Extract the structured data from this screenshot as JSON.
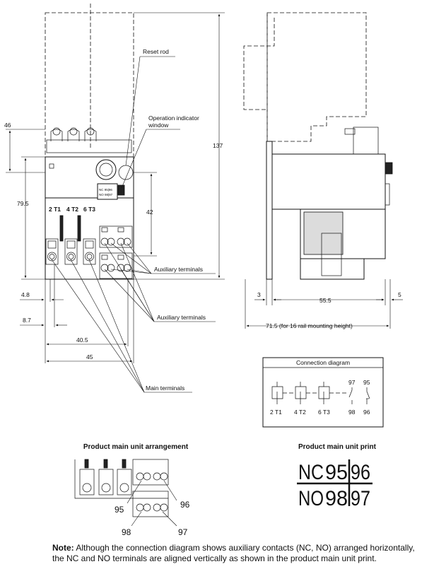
{
  "front_view": {
    "labels": {
      "reset_rod": "Reset rod",
      "operation_indicator_line1": "Operation indicator",
      "operation_indicator_line2": "window",
      "auxiliary_terminals_1": "Auxiliary terminals",
      "auxiliary_terminals_2": "Auxiliary terminals",
      "main_terminals": "Main terminals"
    },
    "dimensions": {
      "height_46": "46",
      "height_79_5": "79.5",
      "height_42": "42",
      "height_137": "137",
      "width_4_8": "4.8",
      "width_8_7": "8.7",
      "width_40_5": "40.5",
      "width_45": "45"
    },
    "terminal_marks": [
      "2 T1",
      "4 T2",
      "6 T3"
    ],
    "window_text": [
      "NC 95|96",
      "NO 98|97"
    ]
  },
  "side_view": {
    "dimensions": {
      "d3": "3",
      "d55_5": "55.5",
      "d5": "5",
      "d71_5": "71.5 (for 16 rail mounting height)"
    }
  },
  "connection_diagram": {
    "title": "Connection diagram",
    "main_terminals": [
      "2 T1",
      "4 T2",
      "6 T3"
    ],
    "aux_top": [
      "97",
      "95"
    ],
    "aux_bottom": [
      "98",
      "96"
    ]
  },
  "arrangement": {
    "title": "Product main unit arrangement",
    "terminal_numbers": [
      "95",
      "96",
      "98",
      "97"
    ]
  },
  "print": {
    "title": "Product main unit print",
    "nc_label": "NC",
    "nc_values": [
      "95",
      "96"
    ],
    "no_label": "NO",
    "no_values": [
      "98",
      "97"
    ]
  },
  "note": {
    "prefix": "Note:",
    "text": "Although the connection diagram shows auxiliary contacts (NC, NO) arranged horizontally, the NC and NO terminals are aligned vertically as shown in the product main unit print."
  }
}
